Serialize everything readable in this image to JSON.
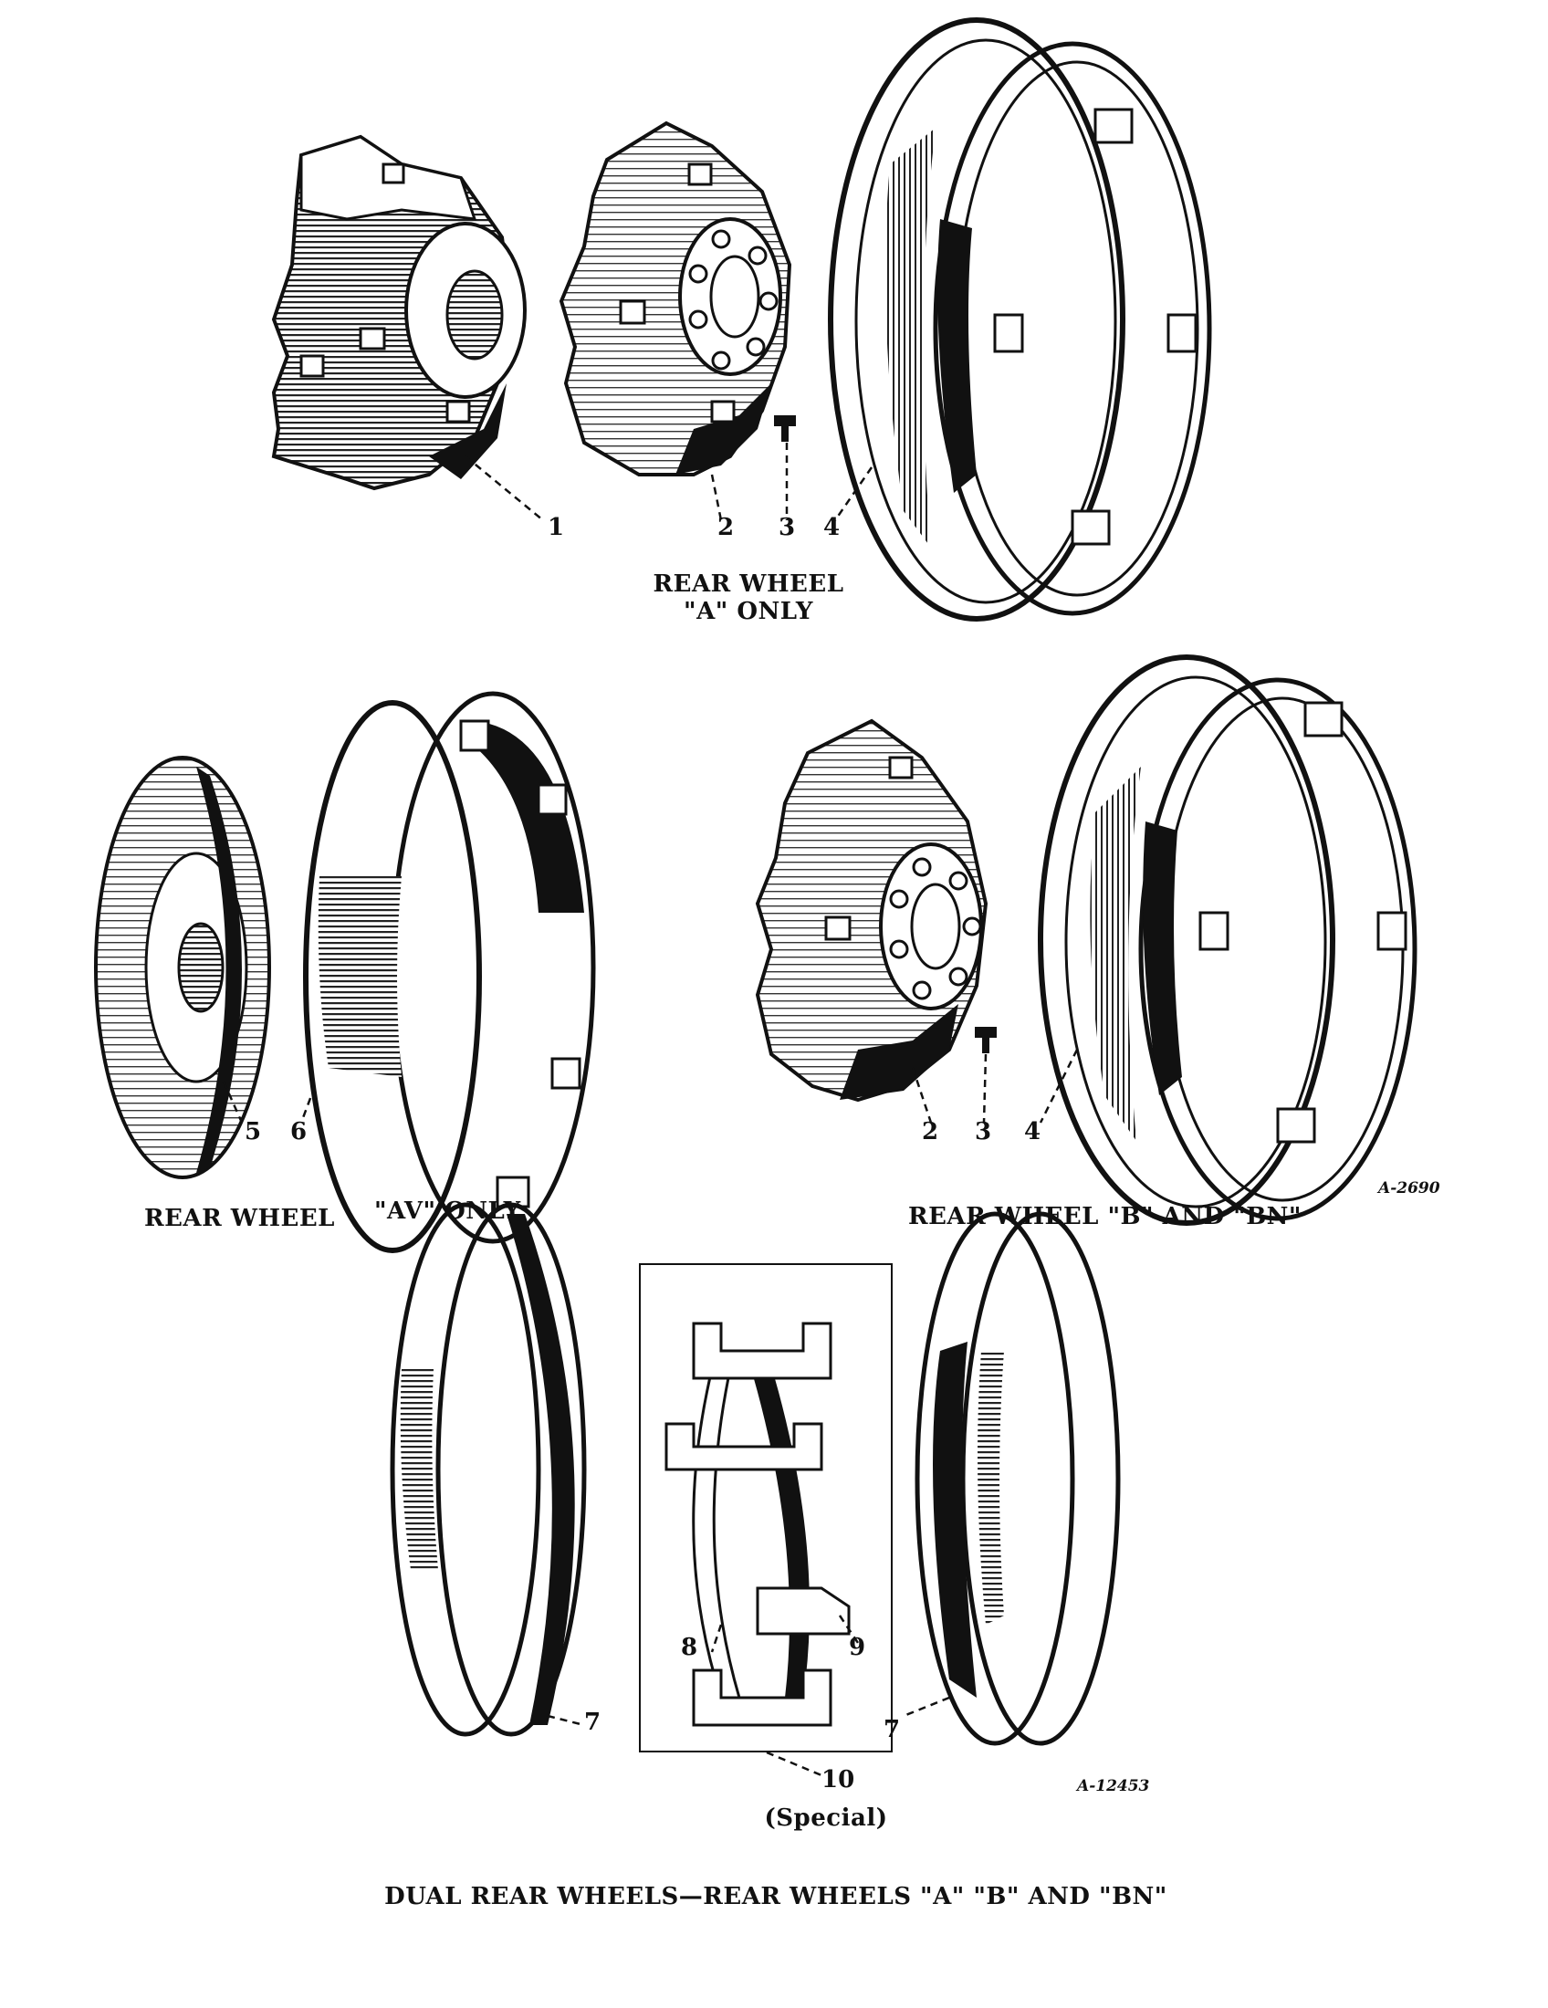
{
  "captions": {
    "rear_wheel_a_line1": "REAR WHEEL",
    "rear_wheel_a_line2": "\"A\" ONLY",
    "rear_wheel_av_left": "REAR WHEEL",
    "rear_wheel_av_right": "\"AV\" ONLY",
    "rear_wheel_b_bn": "REAR WHEEL \"B\" AND \"BN\"",
    "special": "(Special)",
    "dual": "DUAL REAR WHEELS—REAR WHEELS  \"A\"  \"B\" AND \"BN\""
  },
  "callouts": {
    "top_1": "1",
    "top_2": "2",
    "top_3": "3",
    "top_4": "4",
    "av_5": "5",
    "av_6": "6",
    "b_2": "2",
    "b_3": "3",
    "b_4": "4",
    "dual_7_left": "7",
    "dual_7_right": "7",
    "dual_8": "8",
    "dual_9": "9",
    "dual_10": "10"
  },
  "drawing_codes": {
    "code_a2690": "A-2690",
    "code_a12453": "A-12453"
  }
}
